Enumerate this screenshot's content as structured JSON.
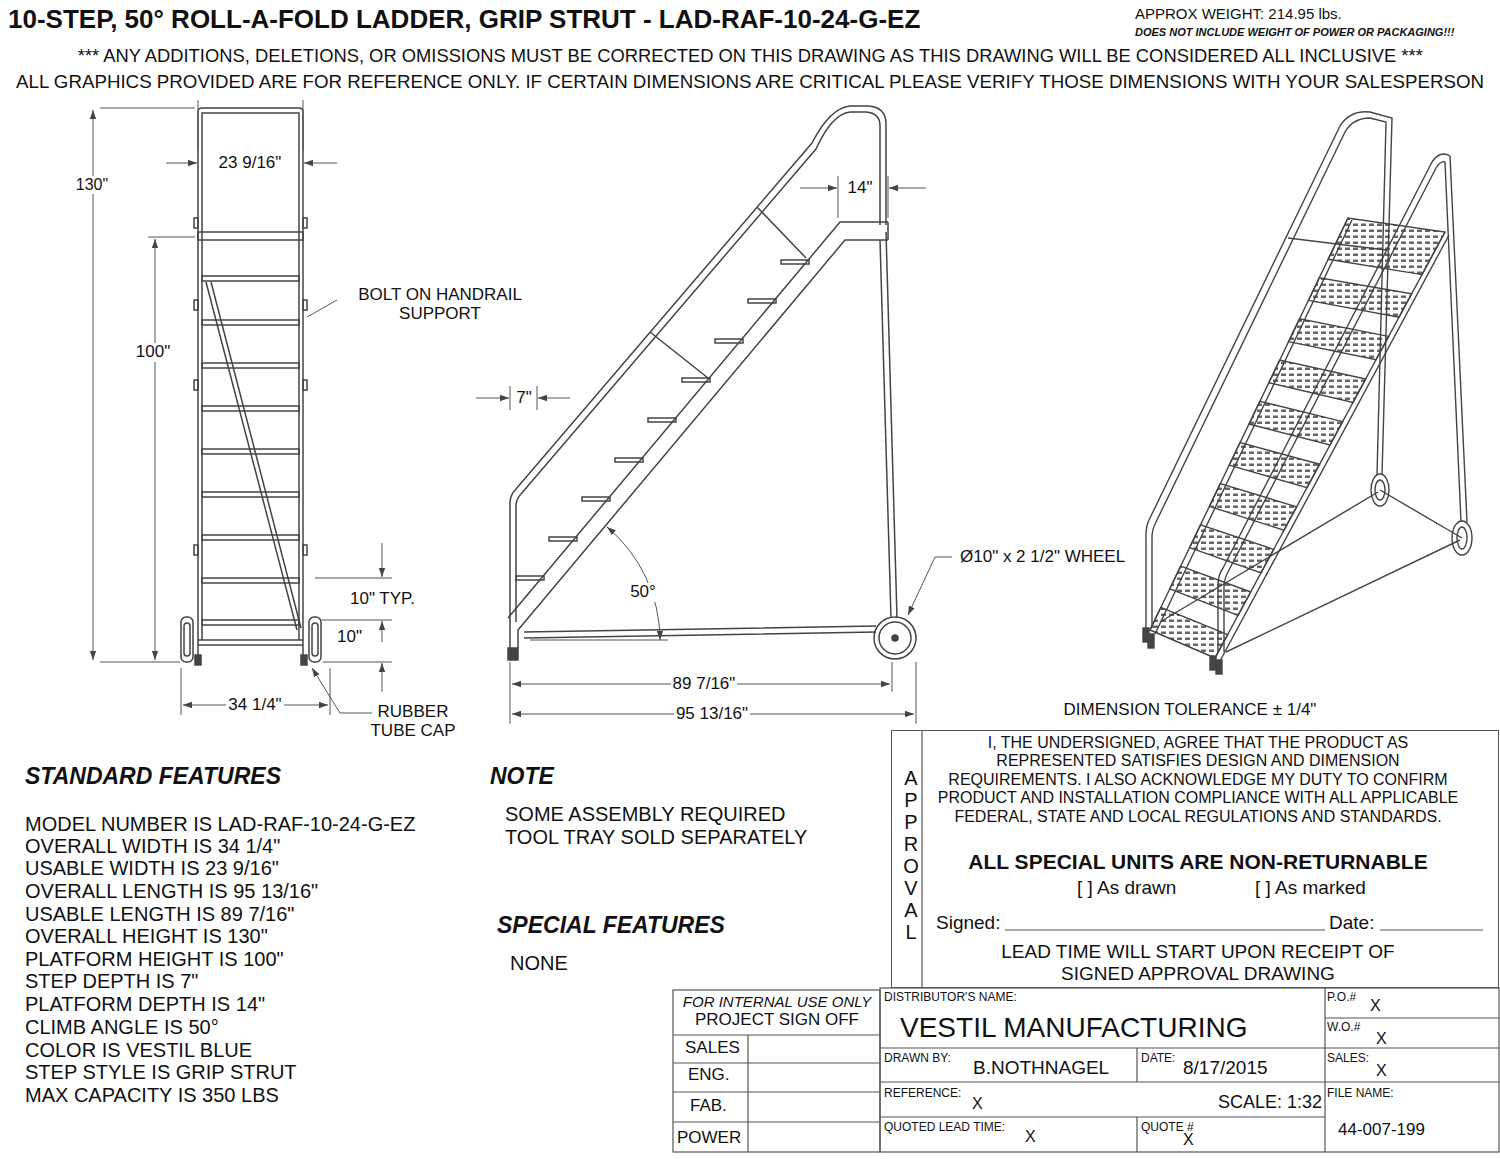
{
  "diagram": {
    "title": "10-STEP, 50° ROLL-A-FOLD LADDER, GRIP STRUT - LAD-RAF-10-24-G-EZ",
    "nodes": [
      {
        "text": [
          "APPROVAL",
          "I, THE UNDERSIGNED, AGREE THAT THE PRODUCT AS REPRESENTED SATISFIES DESIGN AND DIMENSION REQUIREMENTS. I ALSO ACKNOWLEDGE MY DUTY TO CONFIRM PRODUCT AND INSTALLATION COMPLIANCE WITH ALL APPLICABLE FEDERAL, STATE AND LOCAL REGULATIONS AND STANDARDS.",
          "ALL SPECIAL UNITS ARE NON-RETURNABLE",
          "[ ] As drawn",
          "[ ] As marked",
          "Signed:",
          "Date:",
          "LEAD TIME WILL START UPON RECEIPT OF SIGNED APPROVAL DRAWING"
        ]
      }
    ],
    "labels": [
      "APPROX WEIGHT: 214.95 lbs.",
      "DOES NOT INCLUDE WEIGHT OF POWER OR PACKAGING!!!",
      "*** ANY ADDITIONS, DELETIONS, OR OMISSIONS MUST BE CORRECTED ON THIS DRAWING AS THIS DRAWING WILL BE CONSIDERED ALL INCLUSIVE ***",
      "ALL GRAPHICS PROVIDED ARE FOR REFERENCE ONLY. IF CERTAIN DIMENSIONS ARE CRITICAL PLEASE VERIFY THOSE DIMENSIONS WITH YOUR SALESPERSON",
      "130\"",
      "23 9/16\"",
      "100\"",
      "BOLT ON HANDRAIL SUPPORT",
      "10\" TYP.",
      "10\"",
      "34 1/4\"",
      "RUBBER TUBE CAP",
      "14\"",
      "7\"",
      "50°",
      "89 7/16\"",
      "95 13/16\"",
      "Ø10\" x 2 1/2\" WHEEL",
      "DIMENSION TOLERANCE ± 1/4\"",
      "STANDARD FEATURES",
      "MODEL NUMBER IS LAD-RAF-10-24-G-EZ",
      "OVERALL WIDTH IS 34 1/4\"",
      "USABLE WIDTH IS 23 9/16\"",
      "OVERALL LENGTH IS 95 13/16\"",
      "USABLE LENGTH IS 89 7/16\"",
      "OVERALL HEIGHT IS 130\"",
      "PLATFORM HEIGHT IS 100\"",
      "STEP DEPTH IS 7\"",
      "PLATFORM DEPTH IS 14\"",
      "CLIMB ANGLE IS 50°",
      "COLOR IS VESTIL BLUE",
      "STEP STYLE IS GRIP STRUT",
      "MAX CAPACITY IS 350 LBS",
      "NOTE",
      "SOME ASSEMBLY REQUIRED",
      "TOOL TRAY SOLD SEPARATELY",
      "SPECIAL FEATURES",
      "NONE",
      "FOR INTERNAL USE ONLY",
      "PROJECT SIGN OFF",
      "SALES",
      "ENG.",
      "FAB.",
      "POWER",
      "DISTRIBUTOR'S NAME:",
      "VESTIL MANUFACTURING",
      "P.O.#",
      "X",
      "W.O.#",
      "X",
      "DRAWN BY:",
      "B.NOTHNAGEL",
      "DATE:",
      "8/17/2015",
      "SALES:",
      "X",
      "REFERENCE:",
      "X",
      "SCALE: 1:32",
      "FILE NAME:",
      "QUOTED LEAD TIME:",
      "X",
      "QUOTE #",
      "X",
      "44-007-199"
    ]
  }
}
